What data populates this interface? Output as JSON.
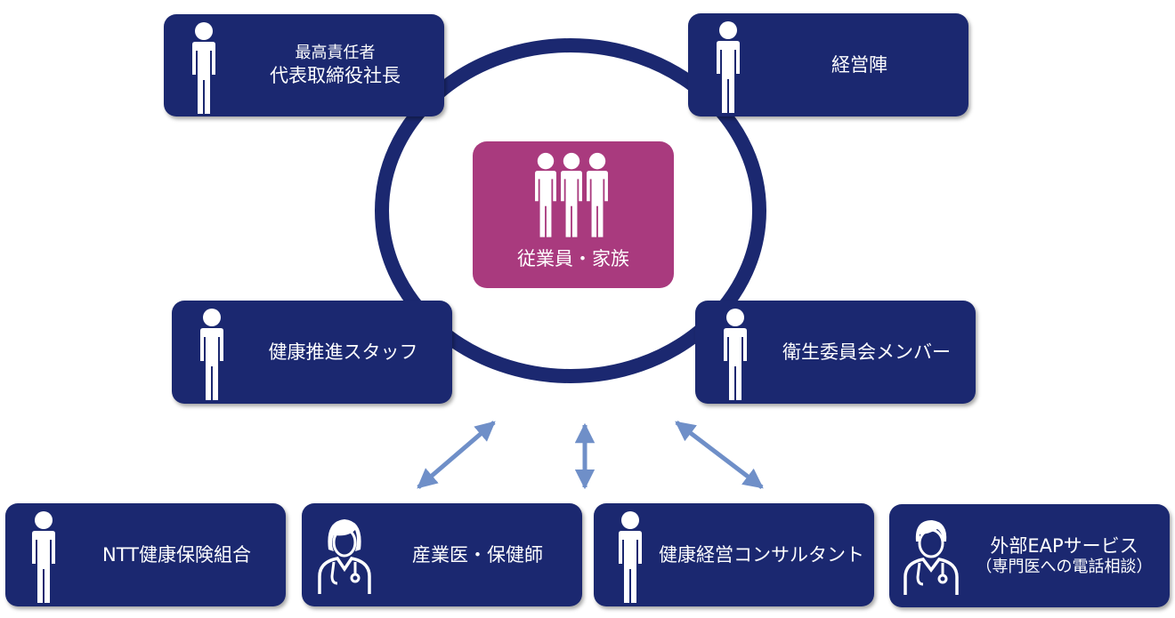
{
  "colors": {
    "navy": "#1b2870",
    "magenta": "#a93a7e",
    "arrow": "#6f8fc8",
    "text": "#ffffff"
  },
  "center": {
    "label": "従業員・家族",
    "icon": "group-of-people-icon"
  },
  "nodes": {
    "ceo": {
      "line1": "最高責任者",
      "line2": "代表取締役社長",
      "icon": "person-icon"
    },
    "management": {
      "label": "経営陣",
      "icon": "person-icon"
    },
    "health_staff": {
      "label": "健康推進スタッフ",
      "icon": "person-icon"
    },
    "committee": {
      "label": "衛生委員会メンバー",
      "icon": "person-icon"
    },
    "ntt": {
      "label": "NTT健康保険組合",
      "icon": "person-icon"
    },
    "doctor": {
      "label": "産業医・保健師",
      "icon": "female-doctor-icon"
    },
    "consultant": {
      "label": "健康経営コンサルタント",
      "icon": "person-icon"
    },
    "eap": {
      "line1": "外部EAPサービス",
      "line2": "（専門医への電話相談）",
      "icon": "male-doctor-icon"
    }
  }
}
